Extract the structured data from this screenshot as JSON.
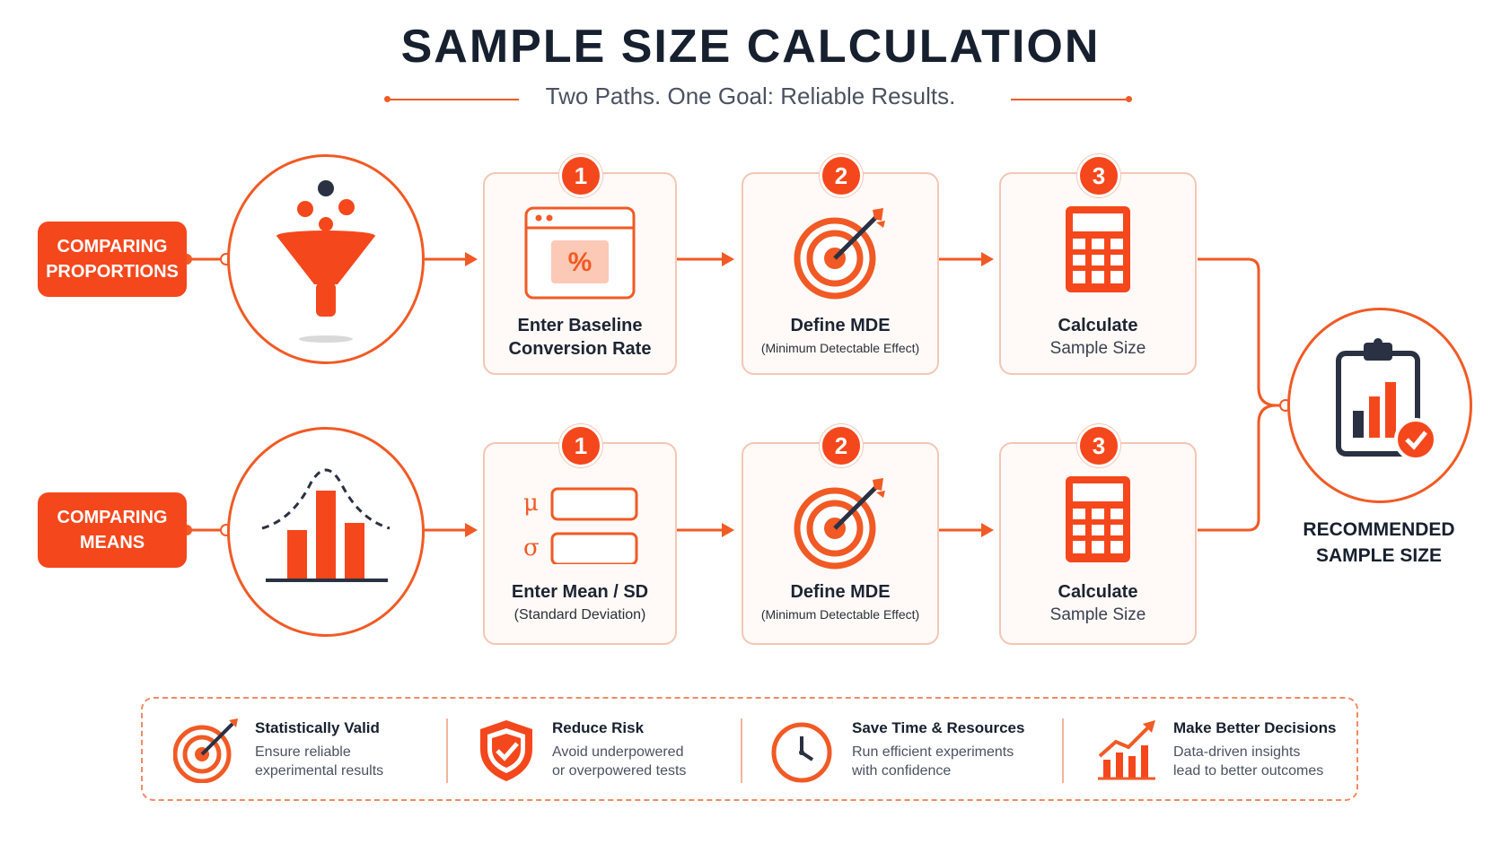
{
  "title": "SAMPLE SIZE CALCULATION",
  "subtitle": "Two Paths. One Goal: Reliable Results.",
  "colors": {
    "accent": "#f5471c",
    "dark": "#17202e",
    "card_border": "#f4c6b3",
    "card_bg": "#fffaf7"
  },
  "paths": [
    {
      "label_lines": [
        "COMPARING",
        "PROPORTIONS"
      ],
      "icon": "funnel-icon",
      "steps": [
        {
          "number": "1",
          "icon": "browser-percent-icon",
          "icon_text": "%",
          "line1": "Enter Baseline",
          "line2": "Conversion Rate"
        },
        {
          "number": "2",
          "icon": "target-icon",
          "line1": "Define MDE",
          "line2": "(Minimum Detectable Effect)"
        },
        {
          "number": "3",
          "icon": "calculator-icon",
          "line1": "Calculate",
          "line2": "Sample Size"
        }
      ]
    },
    {
      "label_lines": [
        "COMPARING",
        "MEANS"
      ],
      "icon": "bell-curve-bars-icon",
      "steps": [
        {
          "number": "1",
          "icon": "mean-sd-inputs-icon",
          "mu": "μ",
          "sigma": "σ",
          "line1": "Enter Mean / SD",
          "line2": "(Standard Deviation)"
        },
        {
          "number": "2",
          "icon": "target-icon",
          "line1": "Define MDE",
          "line2": "(Minimum Detectable Effect)"
        },
        {
          "number": "3",
          "icon": "calculator-icon",
          "line1": "Calculate",
          "line2": "Sample Size"
        }
      ]
    }
  ],
  "result": {
    "icon": "clipboard-chart-check-icon",
    "label_lines": [
      "RECOMMENDED",
      "SAMPLE SIZE"
    ]
  },
  "benefits": [
    {
      "icon": "target-arrow-icon",
      "title": "Statistically Valid",
      "desc1": "Ensure reliable",
      "desc2": "experimental results"
    },
    {
      "icon": "shield-check-icon",
      "title": "Reduce Risk",
      "desc1": "Avoid underpowered",
      "desc2": "or overpowered tests"
    },
    {
      "icon": "clock-icon",
      "title": "Save Time & Resources",
      "desc1": "Run efficient experiments",
      "desc2": "with confidence"
    },
    {
      "icon": "growth-chart-icon",
      "title": "Make Better Decisions",
      "desc1": "Data-driven insights",
      "desc2": "lead to better outcomes"
    }
  ]
}
